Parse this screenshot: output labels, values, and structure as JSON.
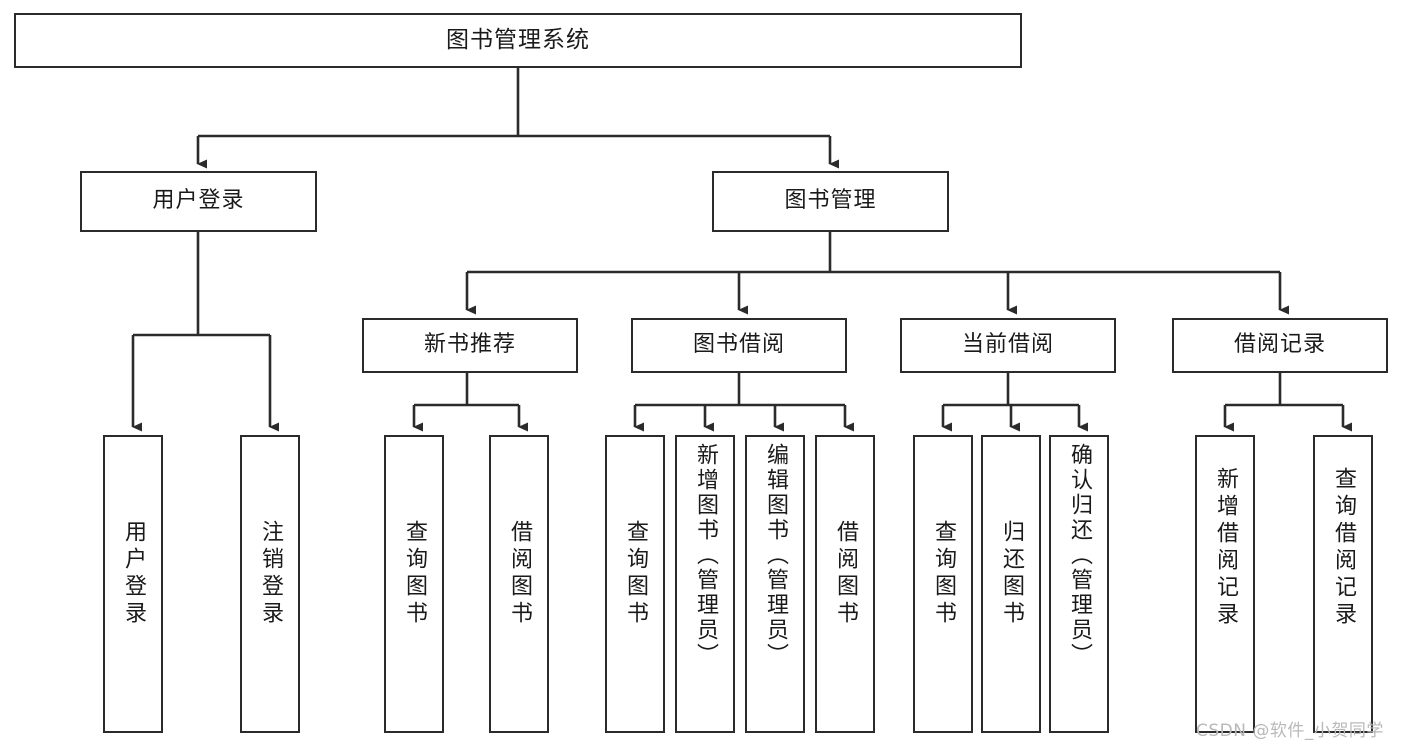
{
  "diagram": {
    "title": "图书管理系统",
    "type": "tree-hierarchy",
    "watermark": "CSDN @软件_小贺同学",
    "colors": {
      "stroke": "#2b2b2b",
      "fill": "#ffffff",
      "text": "#1a1a1a",
      "watermark": "#b9b9b9"
    },
    "nodes": {
      "root": {
        "label": "图书管理系统",
        "level": 0
      },
      "level1": [
        {
          "id": "user-login",
          "label": "用户登录"
        },
        {
          "id": "book-manage",
          "label": "图书管理"
        }
      ],
      "level2": [
        {
          "id": "new-book-recommend",
          "label": "新书推荐",
          "parent": "book-manage"
        },
        {
          "id": "book-borrow",
          "label": "图书借阅",
          "parent": "book-manage"
        },
        {
          "id": "current-borrow",
          "label": "当前借阅",
          "parent": "book-manage"
        },
        {
          "id": "borrow-record",
          "label": "借阅记录",
          "parent": "book-manage"
        }
      ],
      "leaves": [
        {
          "id": "leaf-user-login",
          "label": "用户登录",
          "parent": "user-login"
        },
        {
          "id": "leaf-logout-login",
          "label": "注销登录",
          "parent": "user-login"
        },
        {
          "id": "leaf-query-book-1",
          "label": "查询图书",
          "parent": "new-book-recommend"
        },
        {
          "id": "leaf-borrow-book-1",
          "label": "借阅图书",
          "parent": "new-book-recommend"
        },
        {
          "id": "leaf-query-book-2",
          "label": "查询图书",
          "parent": "book-borrow"
        },
        {
          "id": "leaf-add-book",
          "label": "新增图书（管理员）",
          "parent": "book-borrow"
        },
        {
          "id": "leaf-edit-book",
          "label": "编辑图书（管理员）",
          "parent": "book-borrow"
        },
        {
          "id": "leaf-borrow-book-2",
          "label": "借阅图书",
          "parent": "book-borrow"
        },
        {
          "id": "leaf-query-book-3",
          "label": "查询图书",
          "parent": "current-borrow"
        },
        {
          "id": "leaf-return-book",
          "label": "归还图书",
          "parent": "current-borrow"
        },
        {
          "id": "leaf-confirm-return",
          "label": "确认归还（管理员）",
          "parent": "current-borrow"
        },
        {
          "id": "leaf-add-record",
          "label": "新增借阅记录",
          "parent": "borrow-record"
        },
        {
          "id": "leaf-query-record",
          "label": "查询借阅记录",
          "parent": "borrow-record"
        }
      ]
    }
  }
}
